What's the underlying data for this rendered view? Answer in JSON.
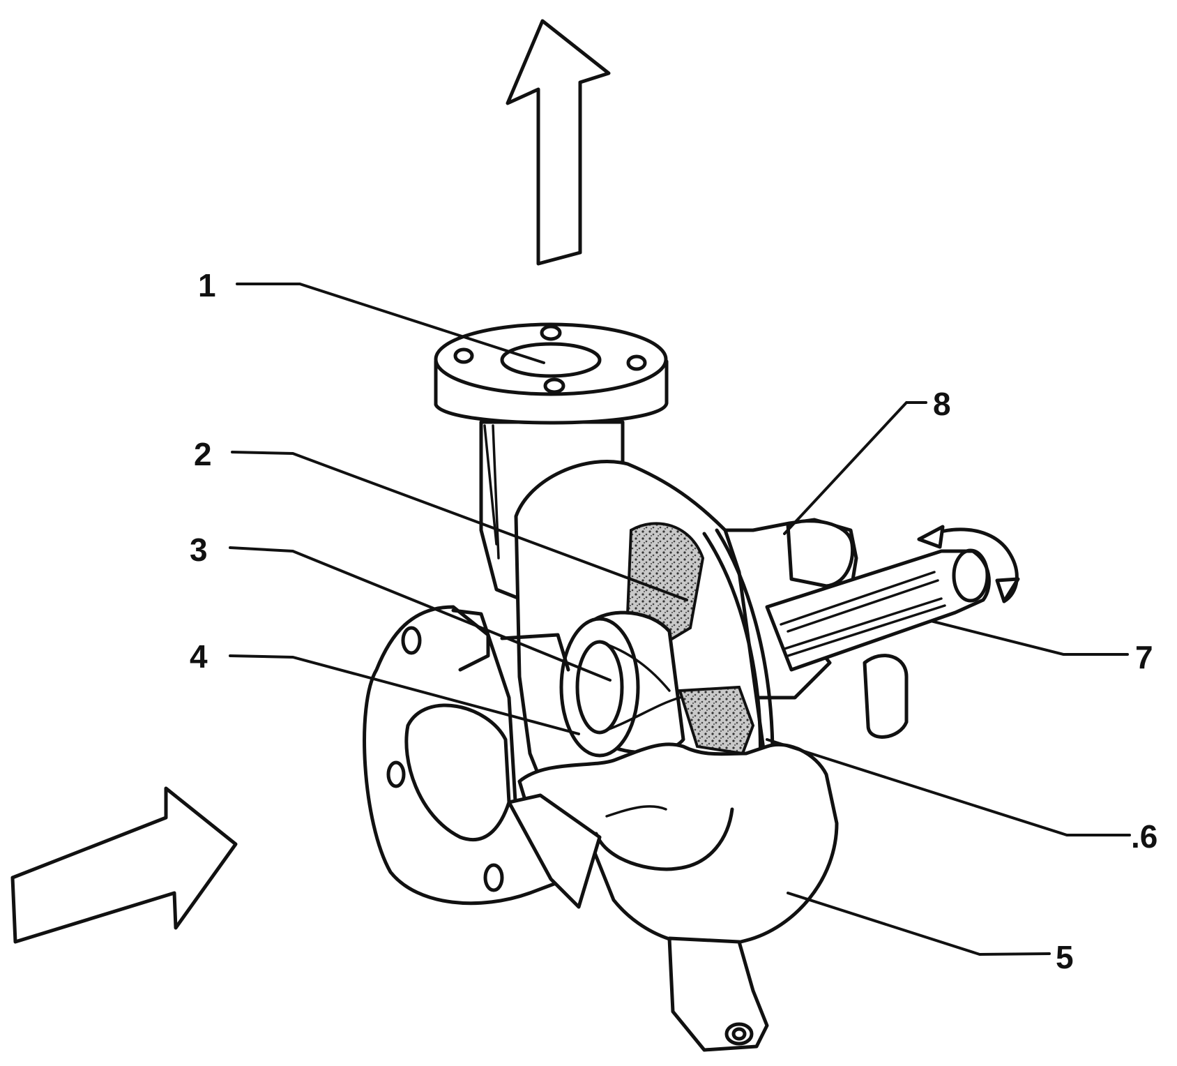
{
  "labels": [
    {
      "id": "1",
      "text": "1"
    },
    {
      "id": "2",
      "text": "2"
    },
    {
      "id": "3",
      "text": "3"
    },
    {
      "id": "4",
      "text": "4"
    },
    {
      "id": "5",
      "text": "5"
    },
    {
      "id": "6",
      "text": ".6"
    },
    {
      "id": "7",
      "text": "7"
    },
    {
      "id": "8",
      "text": "8"
    }
  ],
  "arrows": {
    "outlet": "arrow-up-icon",
    "inlet": "arrow-right-icon",
    "rotation": "rotation-arrow-icon"
  },
  "colors": {
    "ink": "#111111",
    "paper": "#ffffff",
    "shading": "#9a9a9a"
  }
}
